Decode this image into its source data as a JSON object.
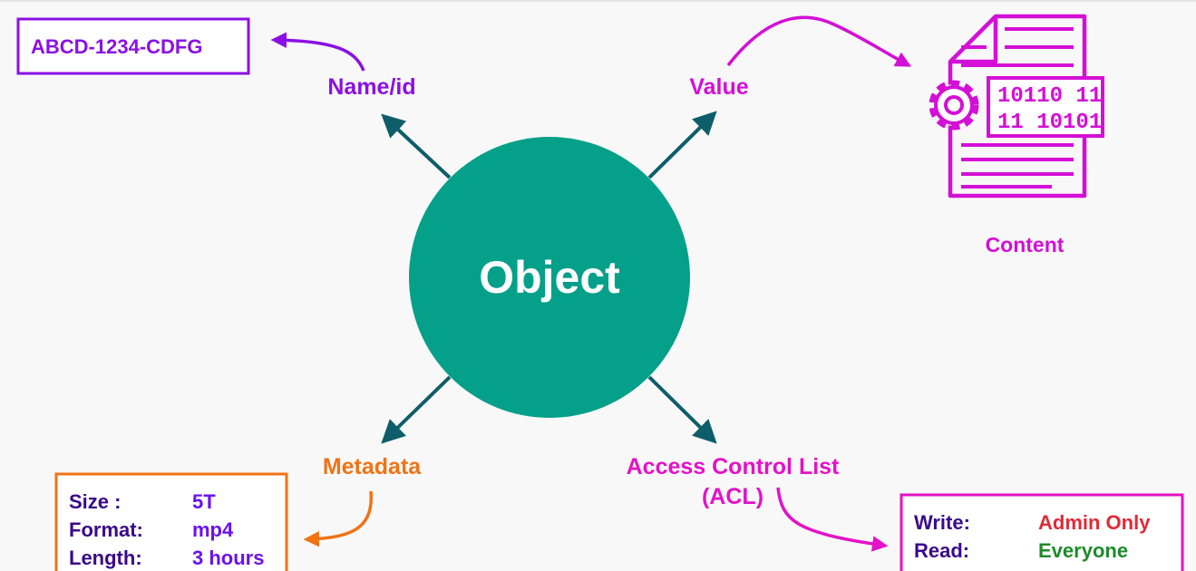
{
  "object_label": "Object",
  "name_id": {
    "label": "Name/id",
    "example": "ABCD-1234-CDFG"
  },
  "value": {
    "label": "Value",
    "content_label": "Content",
    "binary_rows": [
      "10110 11",
      "11 10101"
    ]
  },
  "metadata": {
    "label": "Metadata",
    "rows": [
      {
        "key": "Size :",
        "value": "5T"
      },
      {
        "key": "Format:",
        "value": "mp4"
      },
      {
        "key": "Length:",
        "value": "3 hours"
      }
    ]
  },
  "acl": {
    "label_line1": "Access Control List",
    "label_line2": "(ACL)",
    "rows": [
      {
        "key": "Write:",
        "value": "Admin Only"
      },
      {
        "key": "Read:",
        "value": "Everyone"
      }
    ]
  },
  "colors": {
    "circle": "#04a08a",
    "pointer_arrow": "#0e5d6a",
    "name_id": "#8a10e4",
    "value_content": "#d40fd6",
    "metadata": "#f07315",
    "acl": "#e412c7",
    "key_text": "#3a0a8a",
    "metadata_value": "#6a10ee",
    "acl_write": "#e02a36",
    "acl_read": "#1e8a2a"
  }
}
